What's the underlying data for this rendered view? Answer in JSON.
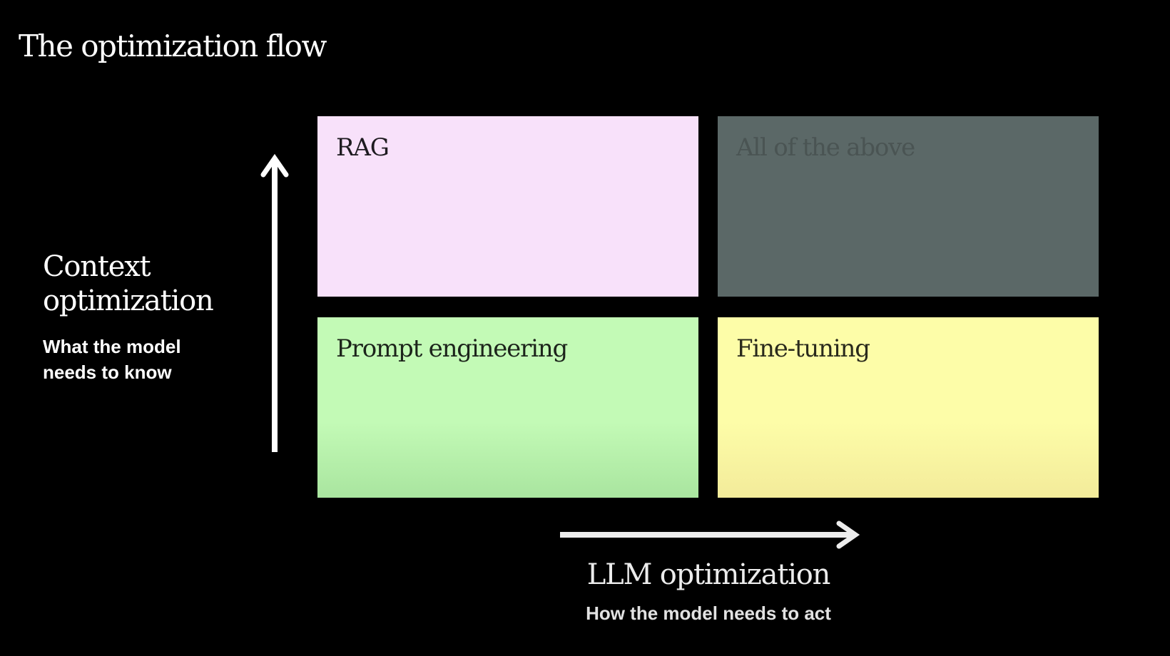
{
  "slide": {
    "title": "The optimization flow"
  },
  "axes": {
    "y": {
      "label": "Context optimization",
      "sublabel_line1": "What the model",
      "sublabel_line2": "needs to know"
    },
    "x": {
      "label": "LLM optimization",
      "sublabel": "How the model needs to act"
    }
  },
  "quadrants": {
    "top_left": {
      "label": "RAG",
      "color": "#f8e1fa"
    },
    "top_right": {
      "label": "All of the above",
      "color": "#5b6867"
    },
    "bottom_left": {
      "label": "Prompt engineering",
      "color": "#c3fab6"
    },
    "bottom_right": {
      "label": "Fine-tuning",
      "color": "#fdfda8"
    }
  },
  "colors": {
    "background": "#000000",
    "arrow": "#ffffff"
  }
}
